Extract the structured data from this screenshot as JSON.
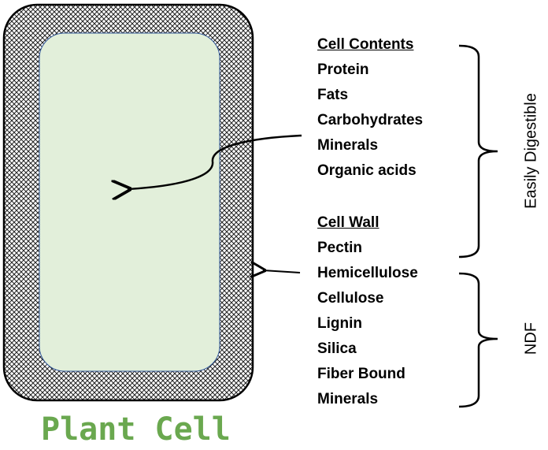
{
  "title": "Plant Cell",
  "cell_contents": {
    "heading": "Cell Contents",
    "items": [
      "Protein",
      "Fats",
      "Carbohydrates",
      "Minerals",
      "Organic acids"
    ]
  },
  "cell_wall": {
    "heading": "Cell Wall",
    "items": [
      "Pectin",
      "Hemicellulose",
      "Cellulose",
      "Lignin",
      "Silica",
      "Fiber Bound",
      "Minerals"
    ]
  },
  "groups": {
    "easily_digestible": "Easily Digestible",
    "ndf": "NDF"
  },
  "colors": {
    "interior_fill": "#e2efda",
    "interior_stroke": "#2f5597",
    "title": "#6aa84f"
  }
}
